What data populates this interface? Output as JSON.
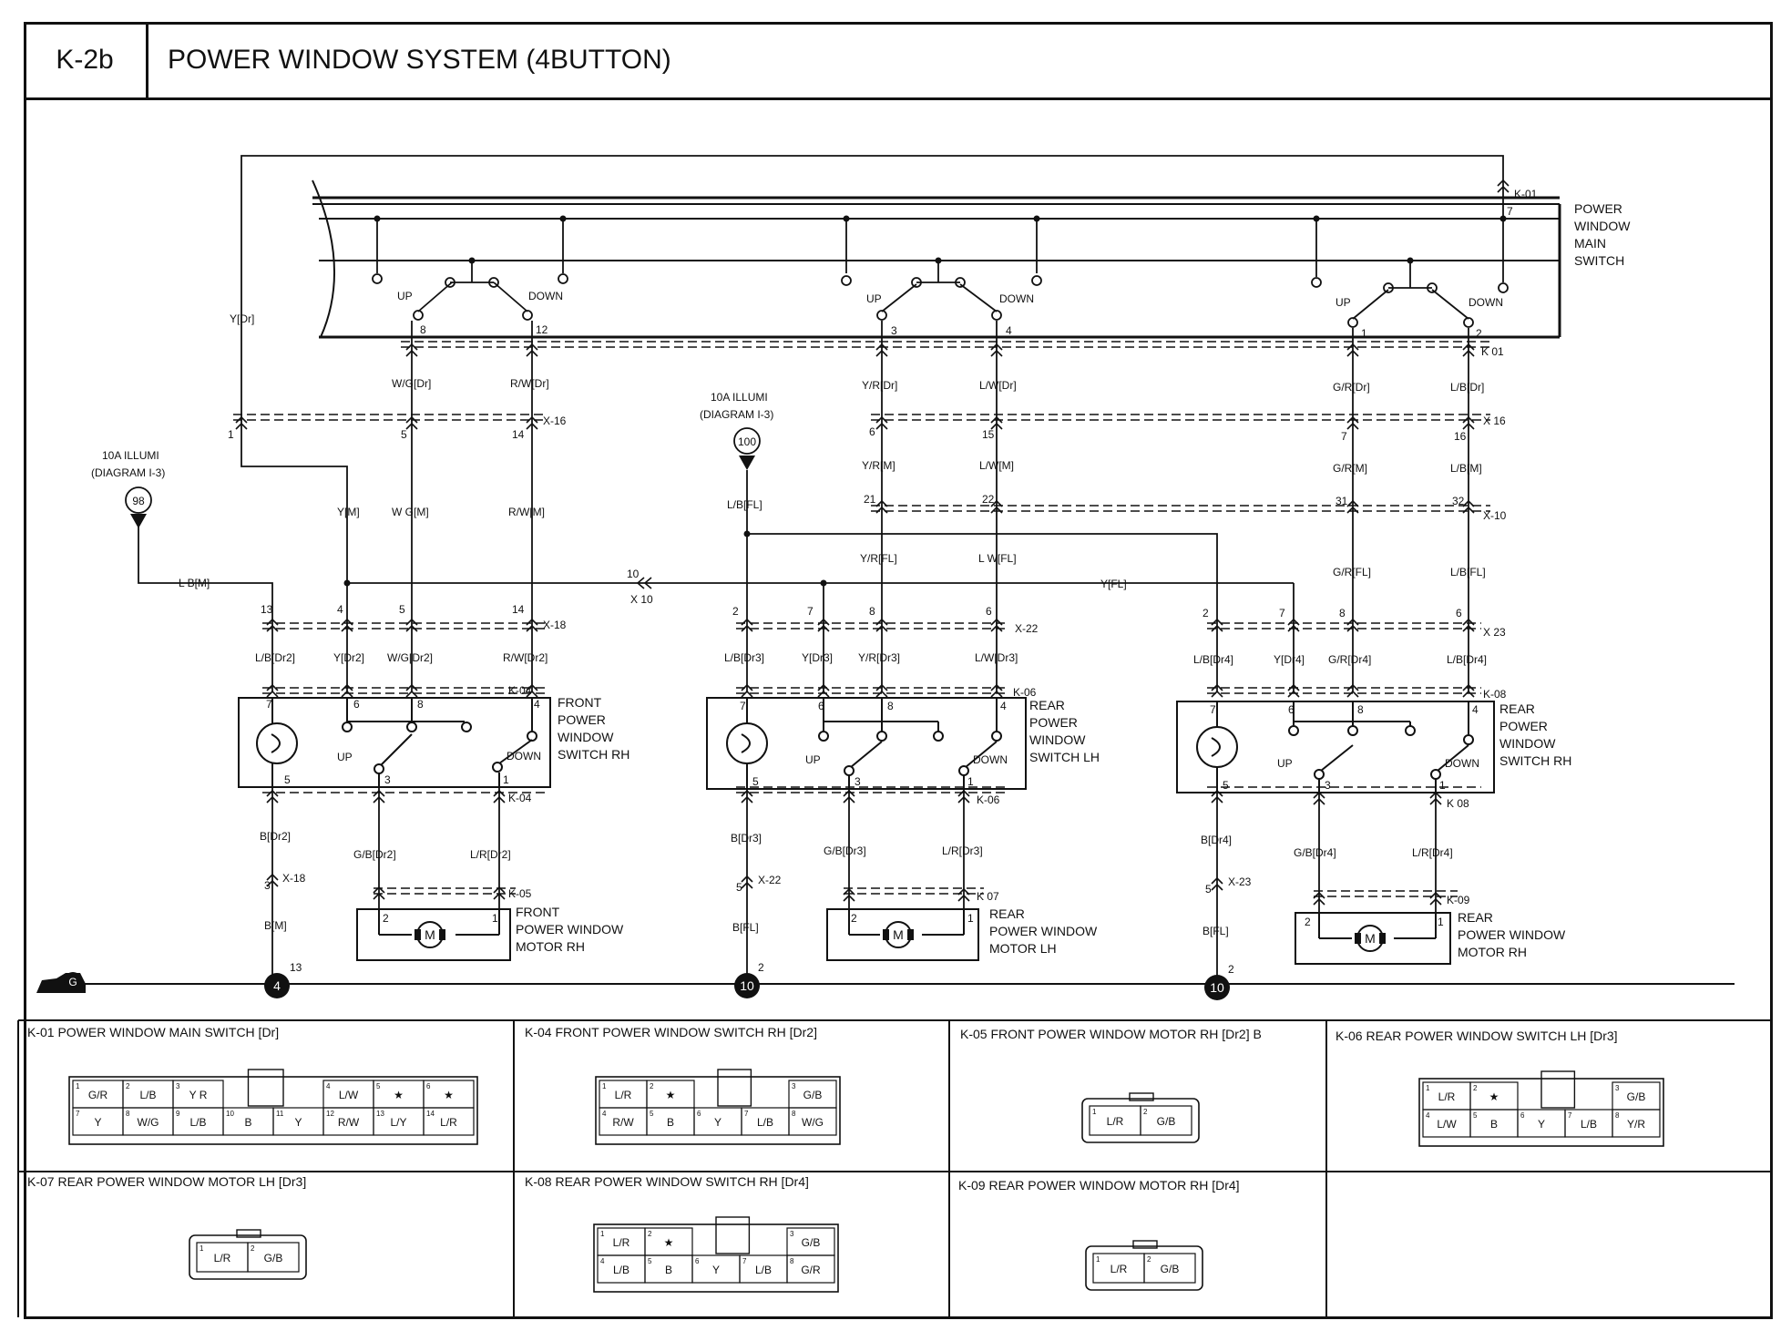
{
  "header": {
    "code": "K-2b",
    "title": "POWER WINDOW SYSTEM (4BUTTON)"
  },
  "fuse_refs": {
    "left": {
      "line1": "10A ILLUMI",
      "line2": "(DIAGRAM I-3)",
      "num": "98"
    },
    "mid": {
      "line1": "10A ILLUMI",
      "line2": "(DIAGRAM I-3)",
      "num": "100"
    }
  },
  "components": {
    "main_switch": [
      "POWER",
      "WINDOW",
      "MAIN",
      "SWITCH"
    ],
    "front_switch_rh": [
      "FRONT",
      "POWER",
      "WINDOW",
      "SWITCH RH"
    ],
    "rear_switch_lh": [
      "REAR",
      "POWER",
      "WINDOW",
      "SWITCH LH"
    ],
    "rear_switch_rh": [
      "REAR",
      "POWER",
      "WINDOW",
      "SWITCH RH"
    ],
    "front_motor_rh": [
      "FRONT",
      "POWER WINDOW",
      "MOTOR RH"
    ],
    "rear_motor_lh": [
      "REAR",
      "POWER WINDOW",
      "MOTOR LH"
    ],
    "rear_motor_rh": [
      "REAR",
      "POWER WINDOW",
      "MOTOR RH"
    ],
    "up": "UP",
    "down": "DOWN",
    "motor": "M"
  },
  "connectors": {
    "k01": "K-01",
    "k01b": "K 01",
    "x16": "X-16",
    "x16b": "X 16",
    "x10": "X-10",
    "x10b": "X 10",
    "x18": "X-18",
    "x22": "X-22",
    "x23": "X 23",
    "x18b": "X-18",
    "x22b": "X-22",
    "x23b": "X-23",
    "k04": "K-04",
    "k04b": "K-04",
    "k05": "K-05",
    "k06": "K-06",
    "k06b": "K-06",
    "k07": "K 07",
    "k08": "K-08",
    "k08b": "K 08",
    "k09": "K-09"
  },
  "wires": {
    "ydr": "Y[Dr]",
    "wgdr": "W/G[Dr]",
    "rwdr": "R/W[Dr]",
    "yrdr": "Y/R[Dr]",
    "lwdr": "L/W[Dr]",
    "grdr": "G/R[Dr]",
    "lbdr": "L/B[Dr]",
    "ym": "Y[M]",
    "wgm": "W G[M]",
    "rwm": "R/W[M]",
    "yrm": "Y/R[M]",
    "lwm": "L/W[M]",
    "grm": "G/R[M]",
    "lbm": "L/B[M]",
    "lbm2": "L B[M]",
    "lbfl": "L/B[FL]",
    "yrfl": "Y/R[FL]",
    "lwfl": "L W[FL]",
    "grfl": "G/R[FL]",
    "lbfl2": "L/B[FL]",
    "yfl": "Y[FL]",
    "lbdr2": "L/B[Dr2]",
    "ydr2": "Y[Dr2]",
    "wgdr2": "W/G[Dr2]",
    "rwdr2": "R/W[Dr2]",
    "bdr2": "B[Dr2]",
    "gbdr2": "G/B[Dr2]",
    "lrdr2": "L/R[Dr2]",
    "bm": "B[M]",
    "lbdr3": "L/B[Dr3]",
    "ydr3": "Y[Dr3]",
    "yrdr3": "Y/R[Dr3]",
    "lwdr3": "L/W[Dr3]",
    "bdr3": "B[Dr3]",
    "gbdr3": "G/B[Dr3]",
    "lrdr3": "L/R[Dr3]",
    "bfl": "B[FL]",
    "lbdr4": "L/B[Dr4]",
    "ydr4": "Y[Dr4]",
    "grdr4": "G/R[Dr4]",
    "lbdr4b": "L/B[Dr4]",
    "bdr4": "B[Dr4]",
    "gbdr4": "G/B[Dr4]",
    "lrdr4": "L/R[Dr4]",
    "bfl2": "B[FL]"
  },
  "pins": {
    "p1": "1",
    "p2": "2",
    "p3": "3",
    "p4": "4",
    "p5": "5",
    "p6": "6",
    "p7": "7",
    "p8": "8",
    "p10": "10",
    "p12": "12",
    "p13": "13",
    "p14": "14",
    "p15": "15",
    "p16": "16",
    "p21": "21",
    "p22": "22",
    "p31": "31",
    "p32": "32"
  },
  "grounds": {
    "g_label": "G",
    "g4": "4",
    "g4_pin": "13",
    "g10a": "10",
    "g10a_pin": "2",
    "g10b": "10",
    "g10b_pin": "2"
  },
  "connector_views": [
    {
      "title": "K-01 POWER WINDOW MAIN SWITCH [Dr]",
      "top": [
        {
          "n": "1",
          "v": "G/R"
        },
        {
          "n": "2",
          "v": "L/B"
        },
        {
          "n": "3",
          "v": "Y R"
        },
        {
          "n": "",
          "v": ""
        },
        {
          "n": "",
          "v": ""
        },
        {
          "n": "4",
          "v": "L/W"
        },
        {
          "n": "5",
          "v": "★"
        },
        {
          "n": "6",
          "v": "★"
        }
      ],
      "bottom": [
        {
          "n": "7",
          "v": "Y"
        },
        {
          "n": "8",
          "v": "W/G"
        },
        {
          "n": "9",
          "v": "L/B"
        },
        {
          "n": "10",
          "v": "B"
        },
        {
          "n": "11",
          "v": "Y"
        },
        {
          "n": "12",
          "v": "R/W"
        },
        {
          "n": "13",
          "v": "L/Y"
        },
        {
          "n": "14",
          "v": "L/R"
        }
      ]
    },
    {
      "title": "K-04 FRONT POWER WINDOW SWITCH RH [Dr2]",
      "top": [
        {
          "n": "1",
          "v": "L/R"
        },
        {
          "n": "2",
          "v": "★"
        },
        {
          "n": "",
          "v": ""
        },
        {
          "n": "",
          "v": ""
        },
        {
          "n": "3",
          "v": "G/B"
        }
      ],
      "bottom": [
        {
          "n": "4",
          "v": "R/W"
        },
        {
          "n": "5",
          "v": "B"
        },
        {
          "n": "6",
          "v": "Y"
        },
        {
          "n": "7",
          "v": "L/B"
        },
        {
          "n": "8",
          "v": "W/G"
        }
      ]
    },
    {
      "title": "K-05 FRONT POWER WINDOW MOTOR RH [Dr2] B",
      "cells": [
        {
          "n": "1",
          "v": "L/R"
        },
        {
          "n": "2",
          "v": "G/B"
        }
      ]
    },
    {
      "title": "K-06 REAR POWER WINDOW SWITCH LH [Dr3]",
      "top": [
        {
          "n": "1",
          "v": "L/R"
        },
        {
          "n": "2",
          "v": "★"
        },
        {
          "n": "",
          "v": ""
        },
        {
          "n": "",
          "v": ""
        },
        {
          "n": "3",
          "v": "G/B"
        }
      ],
      "bottom": [
        {
          "n": "4",
          "v": "L/W"
        },
        {
          "n": "5",
          "v": "B"
        },
        {
          "n": "6",
          "v": "Y"
        },
        {
          "n": "7",
          "v": "L/B"
        },
        {
          "n": "8",
          "v": "Y/R"
        }
      ]
    },
    {
      "title": "K-07 REAR POWER WINDOW MOTOR LH [Dr3]",
      "cells": [
        {
          "n": "1",
          "v": "L/R"
        },
        {
          "n": "2",
          "v": "G/B"
        }
      ]
    },
    {
      "title": "K-08 REAR POWER WINDOW SWITCH RH [Dr4]",
      "top": [
        {
          "n": "1",
          "v": "L/R"
        },
        {
          "n": "2",
          "v": "★"
        },
        {
          "n": "",
          "v": ""
        },
        {
          "n": "",
          "v": ""
        },
        {
          "n": "3",
          "v": "G/B"
        }
      ],
      "bottom": [
        {
          "n": "4",
          "v": "L/B"
        },
        {
          "n": "5",
          "v": "B"
        },
        {
          "n": "6",
          "v": "Y"
        },
        {
          "n": "7",
          "v": "L/B"
        },
        {
          "n": "8",
          "v": "G/R"
        }
      ]
    },
    {
      "title": "K-09 REAR POWER WINDOW MOTOR RH [Dr4]",
      "cells": [
        {
          "n": "1",
          "v": "L/R"
        },
        {
          "n": "2",
          "v": "G/B"
        }
      ]
    }
  ]
}
